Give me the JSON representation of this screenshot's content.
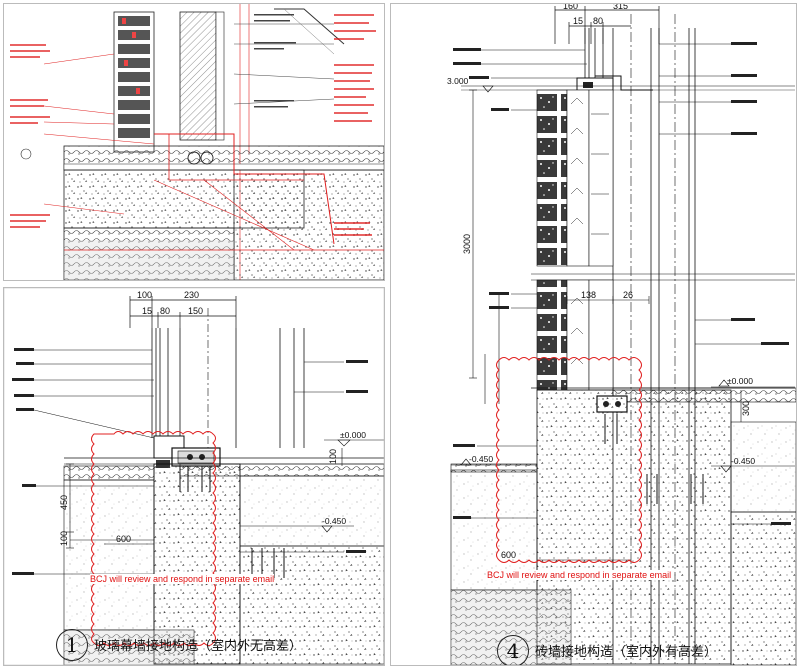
{
  "top_left": {
    "annotation": ""
  },
  "bottom_left": {
    "dims_top": [
      "100",
      "230",
      "15",
      "80",
      "150"
    ],
    "level_000": "±0.000",
    "level_neg450": "-0.450",
    "dim_100": "100",
    "dim_450": "450",
    "dim_100b": "100",
    "dim_600": "600",
    "review_note": "BCJ will review and respond in separate email",
    "title": "玻璃幕墙接地构造（室内外无高差）",
    "number": "1"
  },
  "right": {
    "dims_top": [
      "160",
      "315",
      "15",
      "80"
    ],
    "level_3000": "3.000",
    "dim_3000": "3000",
    "dim_138": "138",
    "dim_26": "26",
    "level_000": "±0.000",
    "level_neg450_left": "-0.450",
    "level_neg450_right": "-0.450",
    "dim_300": "300",
    "dim_600": "600",
    "review_note": "BCJ will review and respond in separate email",
    "title": "砖墙接地构造（室内外有高差）",
    "number": "4"
  }
}
